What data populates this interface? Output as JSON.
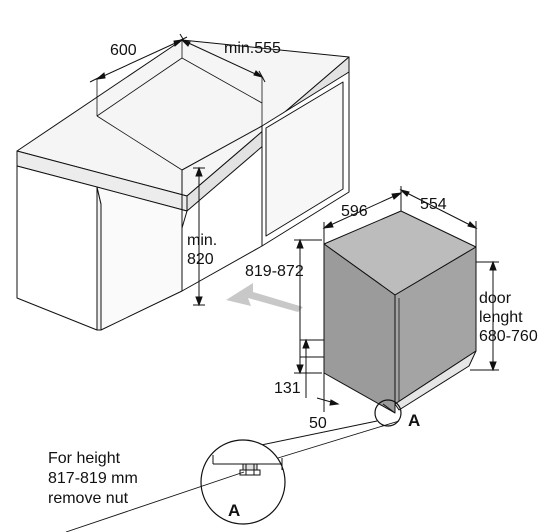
{
  "dimensions": {
    "cabinet_width": "600",
    "cabinet_depth_min": "min.555",
    "niche_height_min_line1": "min.",
    "niche_height_min_line2": "820",
    "appliance_height_range": "819-872",
    "appliance_width": "596",
    "appliance_depth": "554",
    "door_label_line1": "door",
    "door_label_line2": "lenght",
    "door_length_range": "680-760",
    "plinth_height": "131",
    "plinth_depth": "50"
  },
  "detail": {
    "marker": "A",
    "detail_marker": "A",
    "note_line1": "For height",
    "note_line2": "817-819 mm",
    "note_line3": "remove nut"
  },
  "colors": {
    "cabinet_fill": "#ffffff",
    "countertop_fill": "#f4f4f4",
    "appliance_front": "#9b9b9b",
    "appliance_top": "#bcbcbc",
    "appliance_side": "#a9a9a9",
    "arrow_fill": "#c8c8c8",
    "line": "#111111"
  }
}
